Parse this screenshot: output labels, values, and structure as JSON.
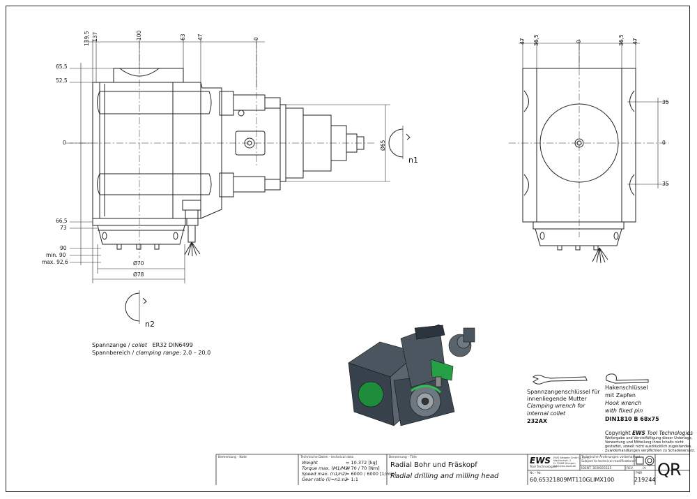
{
  "front_view": {
    "top_dims": [
      "139,5",
      "137",
      "100",
      "63",
      "47",
      "0"
    ],
    "left_dims": [
      "65,5",
      "52,5",
      "0",
      "66,5",
      "73",
      "90",
      "min. 90",
      "max. 92,6"
    ],
    "bottom_dims": [
      "Ø70",
      "Ø78"
    ],
    "right_dim": "Ø65",
    "rot_n1": "n1",
    "rot_n2": "n2"
  },
  "side_view": {
    "top_dims": [
      "47",
      "36,5",
      "0",
      "36,5",
      "47"
    ],
    "right_dims": [
      "35",
      "0",
      "35"
    ]
  },
  "collet": {
    "line1_de": "Spannzange /",
    "line1_en": "collet",
    "line1_val": "ER32   DIN6499",
    "line2_de": "Spannbereich /",
    "line2_en": "clamping range",
    "line2_val": ": 2,0 – 20,0"
  },
  "wrench1": {
    "de1": "Spannzangenschlüssel für",
    "de2": "innenliegende Mutter",
    "en1": "Clamping wrench for",
    "en2": "internal collet",
    "code": "232AX"
  },
  "wrench2": {
    "de1": "Hakenschlüssel",
    "de2": "mit Zapfen",
    "en1": "Hook wrench",
    "en2": "with fixed pin",
    "code": "DIN1810 B 68x75"
  },
  "copyright": {
    "prefix": "Copyright",
    "brand": "EWS",
    "suffix": "Tool Technologies",
    "line1": "Weitergabe und Vervielfältigung dieser Unterlage,",
    "line2": "Verwertung und Mitteilung ihres Inhalts nicht",
    "line3": "gestattet, soweit nicht ausdrücklich zugestanden.",
    "line4": "Zuwiderhandlungen verpflichten zu Schadenersatz."
  },
  "title_block": {
    "remark_label": "Bemerkung - Note",
    "tech_label": "Technische Daten - technical data",
    "weight_label": "Weight",
    "weight_val": "= 10.372 [kg]",
    "torque_label": "Torque max. (M1/M2)",
    "torque_val": "= 70 / 70 [Nm]",
    "speed_label": "Speed max. (n1/n2)",
    "speed_val": "= 6000 / 6000 [1/min]",
    "gear_label": "Gear ratio (i)=n1:n2",
    "gear_val": "= 1:1",
    "name_label": "Benennung - Title",
    "title_de": "Radial Bohr und Fräskopf",
    "title_en": "Radial drilling and milling head",
    "logo": "EWS",
    "logo_sub": "Tool Technologies",
    "company1": "EWS Weigele GmbH & Co. KG",
    "company2": "Maybachstr. 1",
    "company3": "D-73066 Uhingen",
    "company4": "www.ews-tools.de",
    "changes1": "Technische Änderungen vorbehalten!",
    "changes2": "Subject to technical modifications!",
    "ident_label": "IDENT.",
    "ident_val": "3EWS93325",
    "rev_label": "REV.",
    "rev_val": "/A",
    "nr_label": "Nr. - Nr.",
    "part_no": "60.65321809MT110GLIMX100",
    "pos_label": "PNR",
    "pos_val": "219244",
    "qr": "QR"
  }
}
